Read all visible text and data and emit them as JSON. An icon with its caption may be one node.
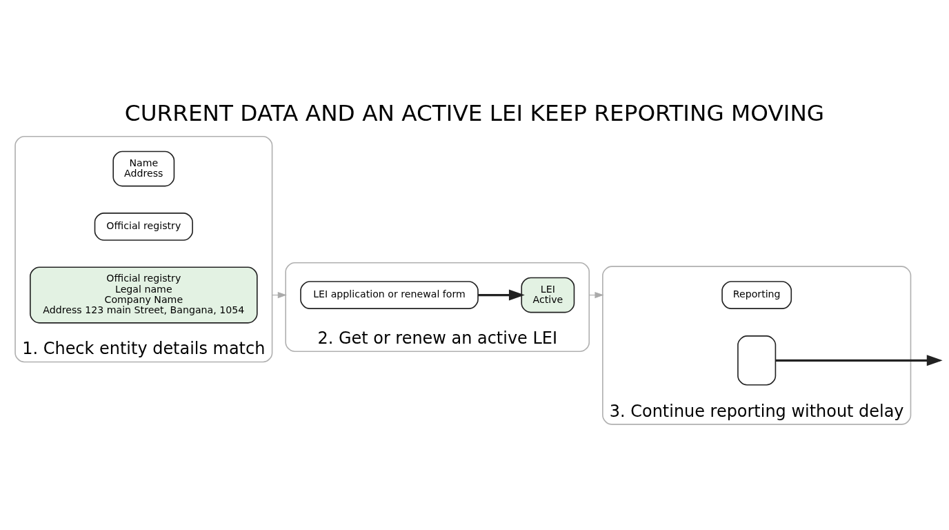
{
  "diagram": {
    "title": "CURRENT DATA AND AN ACTIVE LEI KEEP REPORTING MOVING",
    "nodes": [
      {
        "text": [
          "1. Check entity details match"
        ]
      },
      {
        "text": [
          "Name",
          "Address"
        ],
        "in": 0
      },
      {
        "text": [
          "Official registry"
        ],
        "in": 0
      },
      {
        "text": [
          "Official registry",
          "Legal name",
          "Company Name",
          "Address 123 main Street, Bangana, 1054"
        ],
        "in": 0
      },
      {
        "text": [
          "2. Get or renew an active LEI"
        ]
      },
      {
        "text": [
          "LEI application or renewal form"
        ],
        "in": 4
      },
      {
        "text": [
          "LEI",
          "Active"
        ],
        "in": 4
      },
      {
        "text": [
          "3. Continue reporting without delay"
        ]
      },
      {
        "text": [
          "Reporting"
        ],
        "in": 7
      },
      {
        "text": [],
        "shape": "box",
        "in": 7
      }
    ],
    "edges": [
      {
        "from": 0,
        "to": 4,
        "arrow": "to",
        "color": "#aaaaaa"
      },
      {
        "from": 5,
        "to": 6,
        "arrow": "to",
        "style": "thick",
        "color": "#222222"
      },
      {
        "from": 4,
        "to": 7,
        "arrow": "to",
        "color": "#aaaaaa"
      },
      {
        "from": 9,
        "to": null,
        "arrow": "to",
        "style": "thick",
        "color": "#222222"
      }
    ]
  }
}
